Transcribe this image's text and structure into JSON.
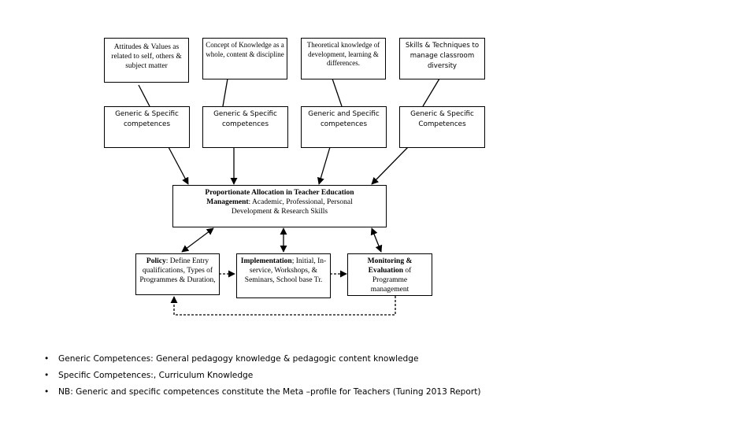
{
  "top_row": [
    {
      "text": "Attitudes & Values as related to self, others & subject matter"
    },
    {
      "text": "Concept of Knowledge as a whole, content & discipline"
    },
    {
      "text": "Theoretical knowledge of development, learning & differences."
    },
    {
      "text": "Skills & Techniques to manage classroom diversity"
    }
  ],
  "second_row": [
    {
      "text": "Generic & Specific competences"
    },
    {
      "text": "Generic & Specific competences"
    },
    {
      "text": "Generic and Specific competences"
    },
    {
      "text": "Generic & Specific Competences"
    }
  ],
  "center": {
    "title": "Proportionate Allocation in Teacher Education",
    "subtitle_bold": "Management",
    "subtitle_rest": ": Academic, Professional, Personal Development & Research Skills"
  },
  "bottom_row": [
    {
      "bold": "Policy",
      "rest": ": Define Entry qualifications, Types of Programmes & Duration,"
    },
    {
      "bold": "Implementation",
      "rest": "; Initial, In-service, Workshops, & Seminars, School base Tr."
    },
    {
      "bold": "Monitoring & Evaluation",
      "rest": " of Programme management"
    }
  ],
  "bullets": [
    "Generic Competences: General pedagogy knowledge & pedagogic content knowledge",
    "Specific Competences:, Curriculum Knowledge",
    "NB: Generic and specific competences constitute the Meta –profile for Teachers (Tuning 2013 Report)"
  ],
  "bullet_symbol": "•"
}
